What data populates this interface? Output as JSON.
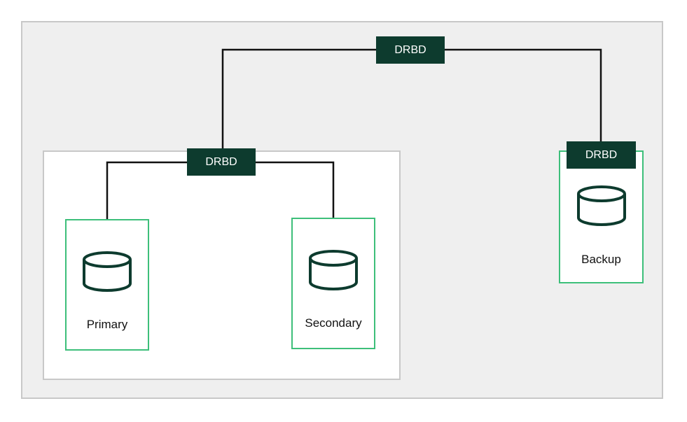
{
  "link_label_top": "DRBD",
  "link_label_local": "DRBD",
  "nodes": {
    "primary": {
      "label": "Primary",
      "icon": "database-icon"
    },
    "secondary": {
      "label": "Secondary",
      "icon": "database-icon"
    },
    "backup": {
      "label": "Backup",
      "icon": "database-icon",
      "badge": "DRBD"
    }
  },
  "colors": {
    "node_border": "#3dbf7a",
    "drbd_fill": "#0d3b2e",
    "outer_fill": "#efefef",
    "frame_border": "#c8c8c8"
  }
}
